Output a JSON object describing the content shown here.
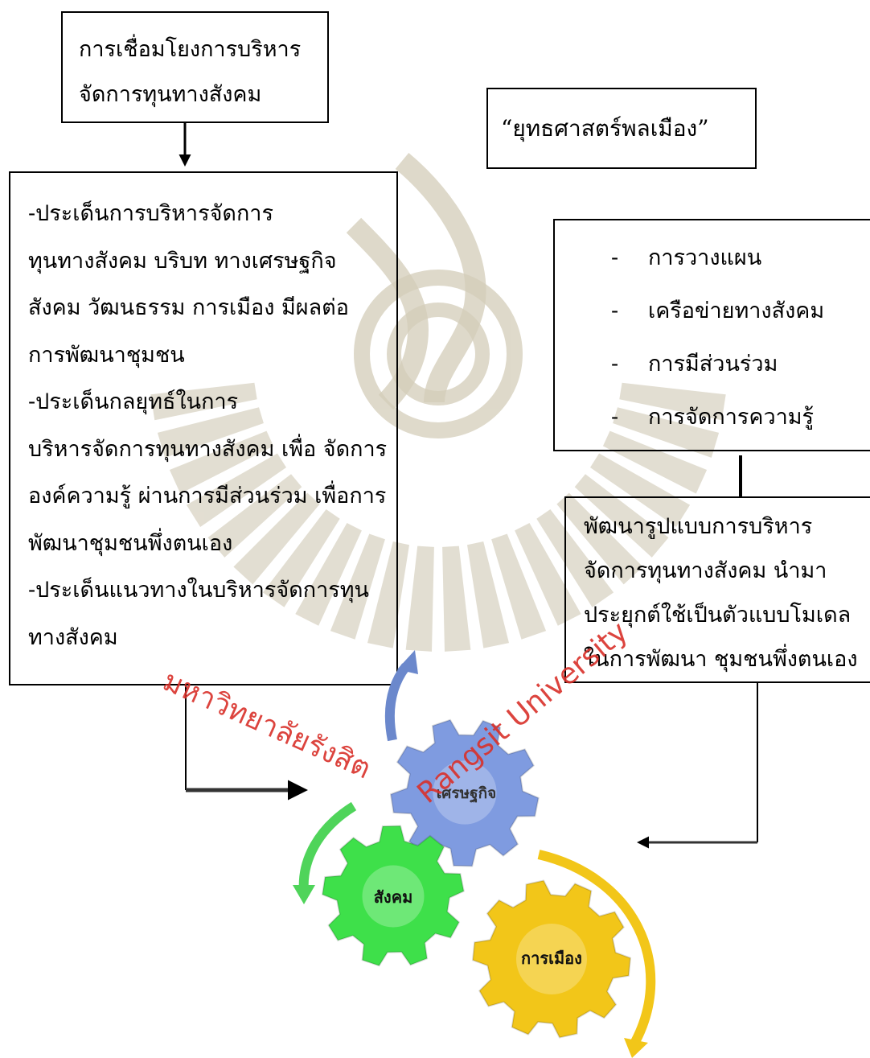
{
  "boxes": {
    "link": {
      "lines": [
        "การเชื่อมโยงการบริหาร",
        "จัดการทุนทางสังคม"
      ]
    },
    "strategy": {
      "text": "“ยุทธศาสตร์พลเมือง”"
    },
    "issues": {
      "lines": [
        "-ประเด็นการบริหารจัดการ",
        "ทุนทางสังคม บริบท ทางเศรษฐกิจ",
        "สังคม วัฒนธรรม การเมือง  มีผลต่อ",
        "การพัฒนาชุมชน",
        "-ประเด็นกลยุทธ์ในการ",
        "บริหารจัดการทุนทางสังคม เพื่อ จัดการ",
        "องค์ความรู้ ผ่านการมีส่วนร่วม เพื่อการ",
        "พัฒนาชุมชนพึ่งตนเอง",
        "-ประเด็นแนวทางในบริหารจัดการทุน",
        "ทางสังคม"
      ]
    },
    "components": {
      "items": [
        "การวางแผน",
        "เครือข่ายทางสังคม",
        "การมีส่วนร่วม",
        "การจัดการความรู้"
      ]
    },
    "model": {
      "lines": [
        "พัฒนารูปแบบการบริหาร",
        "จัดการทุนทางสังคม นำมา",
        "ประยุกต์ใช้เป็นตัวแบบโมเดล",
        "ในการพัฒนา ชุมชนพึ่งตนเอง"
      ]
    }
  },
  "gears": {
    "economy": {
      "label": "เศรษฐกิจ",
      "color": "#7f9be0"
    },
    "society": {
      "label": "สังคม",
      "color": "#3ee04a"
    },
    "politics": {
      "label": "การเมือง",
      "color": "#f2c619"
    }
  },
  "watermark": {
    "line1": "มหาวิทยาลัยรังสิต",
    "line2": "Rangsit University",
    "color": "#d9302a"
  },
  "colors": {
    "logo_watermark": "#c8c0aa"
  }
}
